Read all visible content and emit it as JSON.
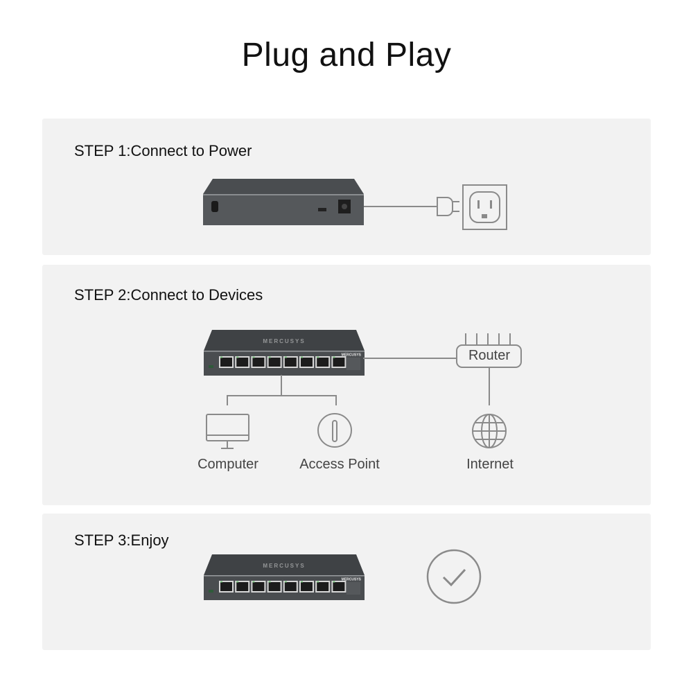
{
  "title": "Plug and Play",
  "steps": [
    {
      "label": "STEP 1:Connect to Power"
    },
    {
      "label": "STEP 2:Connect to Devices"
    },
    {
      "label": "STEP 3:Enjoy"
    }
  ],
  "devices": {
    "router": "Router",
    "computer": "Computer",
    "access_point": "Access Point",
    "internet": "Internet"
  },
  "switch_brand": "MERCUSYS",
  "icons": [
    "power-outlet-icon",
    "plug-icon",
    "router-icon",
    "monitor-icon",
    "access-point-icon",
    "globe-icon",
    "checkmark-icon"
  ],
  "colors": {
    "panel": "#f2f2f2",
    "line": "#8a8a8a",
    "switch": "#3a3d40"
  }
}
